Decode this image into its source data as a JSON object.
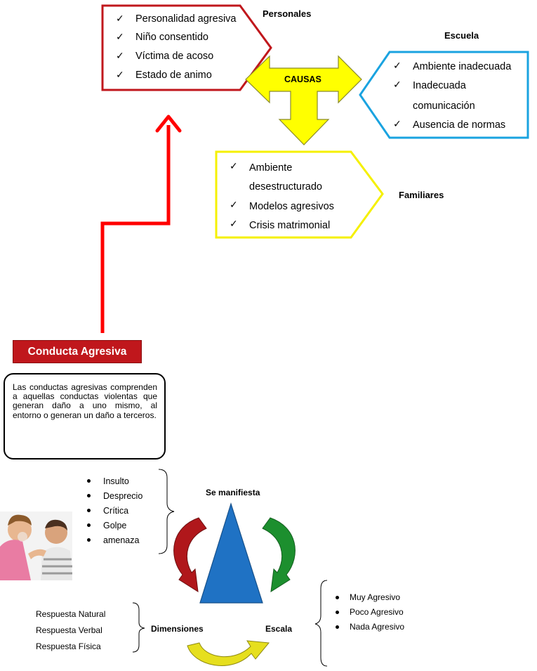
{
  "causes": {
    "center_label": "CAUSAS",
    "personales": {
      "title": "Personales",
      "items": [
        "Personalidad agresiva",
        "Niño consentido",
        "Víctima de acoso",
        "Estado de animo"
      ]
    },
    "escuela": {
      "title": "Escuela",
      "items": [
        "Ambiente inadecuada",
        "Inadecuada",
        "comunicación",
        "Ausencia de normas"
      ]
    },
    "familiares": {
      "title": "Familiares",
      "items": [
        "Ambiente",
        "desestructurado",
        "Modelos agresivos",
        "Crisis matrimonial"
      ]
    }
  },
  "main": {
    "title": "Conducta Agresiva",
    "definition": "Las conductas agresivas comprenden a aquellas conductas violentas que generan daño a uno mismo, al entorno o generan un daño a terceros."
  },
  "manifiesta": {
    "label": "Se manifiesta",
    "items": [
      "Insulto",
      "Desprecio",
      "Crítica",
      "Golpe",
      "amenaza"
    ]
  },
  "dimensiones": {
    "label": "Dimensiones",
    "items": [
      "Respuesta Natural",
      "Respuesta Verbal",
      "Respuesta Física"
    ]
  },
  "escala": {
    "label": "Escala",
    "items": [
      "Muy Agresivo",
      "Poco Agresivo",
      "Nada Agresivo"
    ]
  },
  "icons": {
    "check": "✓",
    "photo": "children-fighting-photo"
  },
  "colors": {
    "personales_border": "#c0171c",
    "escuela_border": "#1aa3e0",
    "familiares_border": "#f5f000",
    "causas_arrow": "#ffff00",
    "main_red": "#c0171c",
    "arrow_red": "#ff0000",
    "triangle_blue": "#1f72c4",
    "arrow_green": "#1c8f2e",
    "arrow_darkred": "#b0171b",
    "arrow_yellow": "#e6df1e"
  }
}
